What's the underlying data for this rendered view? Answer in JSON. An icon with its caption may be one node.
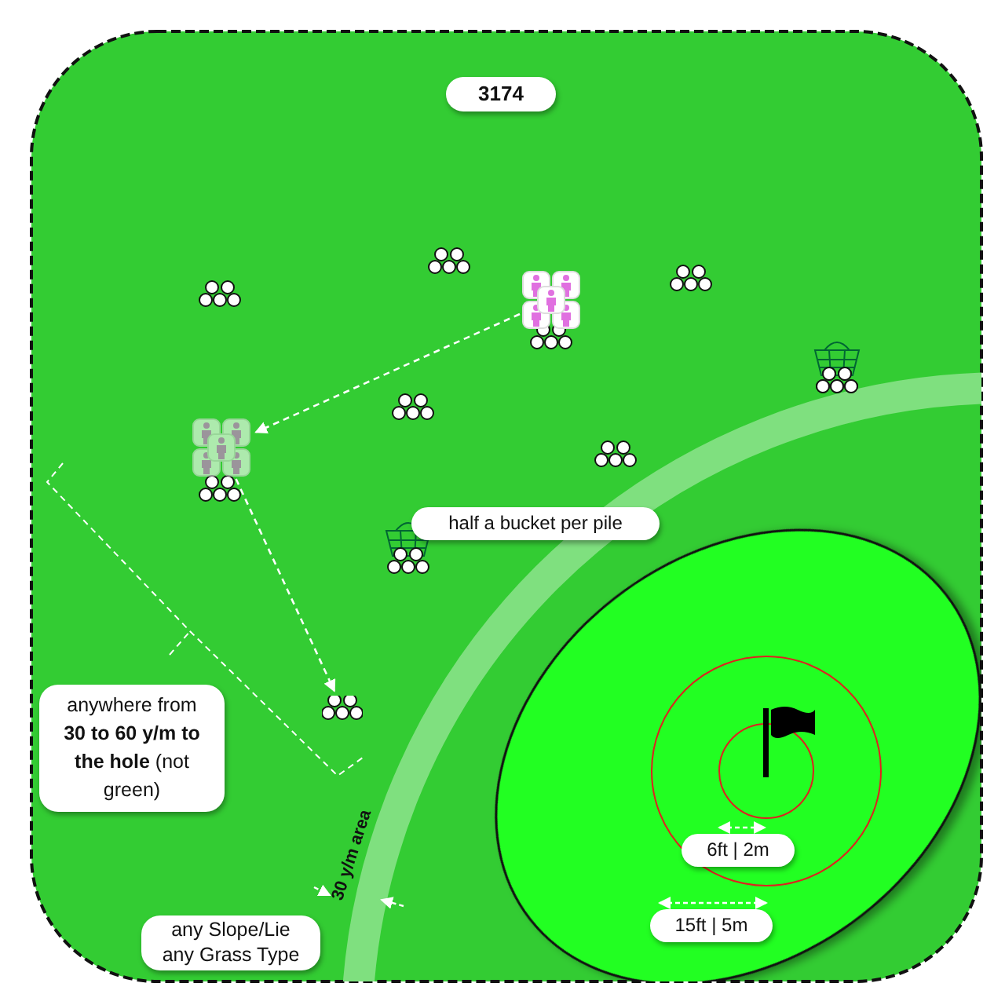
{
  "diagram": {
    "nodes": [
      {
        "text": [],
        "shape": "picture"
      },
      {
        "text": [],
        "shape": "picture"
      },
      {
        "text": [],
        "shape": "picture"
      }
    ],
    "edges": [
      {
        "from": 0,
        "to": 1,
        "arrow": "to",
        "style": "dashed"
      },
      {
        "from": 1,
        "to": 2,
        "arrow": "to",
        "style": "dashed"
      }
    ],
    "labels": [
      "3174",
      "half a bucket per pile",
      "anywhere from **30 to 60 y/m to the hole** (not green)",
      "30 y/m area",
      "6ft | 2m",
      "15ft | 5m",
      "any Slope/Lie any Grass Type"
    ]
  }
}
